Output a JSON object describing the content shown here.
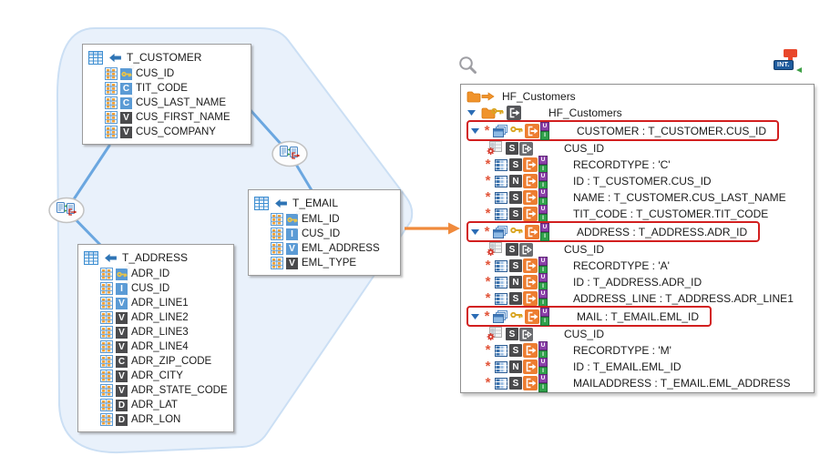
{
  "panel": {
    "int_label": "INT."
  },
  "icons": {
    "search": "magnifier-icon",
    "int_badge": "monitor-int-icon",
    "table_header": "grid-table-icon",
    "back_arrow": "blue-left-arrow-icon",
    "column": "table-column-icon",
    "key": "gold-key-icon",
    "expand": "triangle-down-icon",
    "required": "asterisk-icon",
    "record": "stacked-windows-icon",
    "export": "export-arrow-icon",
    "link_gear": "gear-table-icon",
    "folder": "orange-folder-icon",
    "mapping_link": "join-export-oval-icon",
    "flow_arrow": "orange-right-arrow-icon"
  },
  "colors": {
    "accent_orange": "#ED7D31",
    "badge_blue": "#5B9BD5",
    "badge_dark": "#4A4A4C",
    "highlight_red": "#D21F1F",
    "link_blue": "#6BA7E0",
    "blob_fill": "#E9F1FB",
    "blob_stroke": "#CBDFF4",
    "key_gold": "#D9A521",
    "flag_purple": "#8A3FA8",
    "flag_green": "#2FA04A"
  },
  "diagram": {
    "tables": [
      {
        "name": "T_CUSTOMER",
        "rows": [
          {
            "label": "CUS_ID",
            "badge": "key",
            "style": "blue",
            "star": true
          },
          {
            "label": "TIT_CODE",
            "badge": "C",
            "style": "blue",
            "star": false
          },
          {
            "label": "CUS_LAST_NAME",
            "badge": "C",
            "style": "blue",
            "star": true
          },
          {
            "label": "CUS_FIRST_NAME",
            "badge": "V",
            "style": "dark",
            "star": false
          },
          {
            "label": "CUS_COMPANY",
            "badge": "V",
            "style": "dark",
            "star": false
          }
        ]
      },
      {
        "name": "T_EMAIL",
        "rows": [
          {
            "label": "EML_ID",
            "badge": "key",
            "style": "blue",
            "star": true
          },
          {
            "label": "CUS_ID",
            "badge": "I",
            "style": "blue",
            "star": true
          },
          {
            "label": "EML_ADDRESS",
            "badge": "V",
            "style": "blue",
            "star": true
          },
          {
            "label": "EML_TYPE",
            "badge": "V",
            "style": "dark",
            "star": false
          }
        ]
      },
      {
        "name": "T_ADDRESS",
        "rows": [
          {
            "label": "ADR_ID",
            "badge": "key",
            "style": "blue",
            "star": true
          },
          {
            "label": "CUS_ID",
            "badge": "I",
            "style": "blue",
            "star": true
          },
          {
            "label": "ADR_LINE1",
            "badge": "V",
            "style": "blue",
            "star": true
          },
          {
            "label": "ADR_LINE2",
            "badge": "V",
            "style": "dark",
            "star": false
          },
          {
            "label": "ADR_LINE3",
            "badge": "V",
            "style": "dark",
            "star": false
          },
          {
            "label": "ADR_LINE4",
            "badge": "V",
            "style": "dark",
            "star": false
          },
          {
            "label": "ADR_ZIP_CODE",
            "badge": "C",
            "style": "dark",
            "star": true
          },
          {
            "label": "ADR_CITY",
            "badge": "V",
            "style": "dark",
            "star": true
          },
          {
            "label": "ADR_STATE_CODE",
            "badge": "V",
            "style": "dark",
            "star": false
          },
          {
            "label": "ADR_LAT",
            "badge": "D",
            "style": "dark",
            "star": false
          },
          {
            "label": "ADR_LON",
            "badge": "D",
            "style": "dark",
            "star": false
          }
        ]
      }
    ]
  },
  "tree": {
    "flag_top": "U",
    "flag_bottom": "I",
    "rows": [
      {
        "type": "root",
        "label": "HF_Customers"
      },
      {
        "type": "group",
        "label": "HF_Customers"
      },
      {
        "type": "record",
        "label": "CUSTOMER : T_CUSTOMER.CUS_ID",
        "boxed": true
      },
      {
        "type": "linkfield",
        "badge": "S",
        "label": "CUS_ID"
      },
      {
        "type": "field",
        "badge": "S",
        "label": "RECORDTYPE : 'C'"
      },
      {
        "type": "field",
        "badge": "N",
        "label": "ID : T_CUSTOMER.CUS_ID"
      },
      {
        "type": "field",
        "badge": "S",
        "label": "NAME : T_CUSTOMER.CUS_LAST_NAME"
      },
      {
        "type": "field",
        "badge": "S",
        "label": "TIT_CODE : T_CUSTOMER.TIT_CODE"
      },
      {
        "type": "record",
        "label": "ADDRESS : T_ADDRESS.ADR_ID",
        "boxed": true
      },
      {
        "type": "linkfield",
        "badge": "S",
        "label": "CUS_ID"
      },
      {
        "type": "field",
        "badge": "S",
        "label": "RECORDTYPE : 'A'"
      },
      {
        "type": "field",
        "badge": "N",
        "label": "ID : T_ADDRESS.ADR_ID"
      },
      {
        "type": "field",
        "badge": "S",
        "label": "ADDRESS_LINE : T_ADDRESS.ADR_LINE1"
      },
      {
        "type": "record",
        "label": "MAIL : T_EMAIL.EML_ID",
        "boxed": true
      },
      {
        "type": "linkfield",
        "badge": "S",
        "label": "CUS_ID"
      },
      {
        "type": "field",
        "badge": "S",
        "label": "RECORDTYPE : 'M'"
      },
      {
        "type": "field",
        "badge": "N",
        "label": "ID : T_EMAIL.EML_ID"
      },
      {
        "type": "field",
        "badge": "S",
        "label": "MAILADDRESS : T_EMAIL.EML_ADDRESS"
      }
    ]
  }
}
